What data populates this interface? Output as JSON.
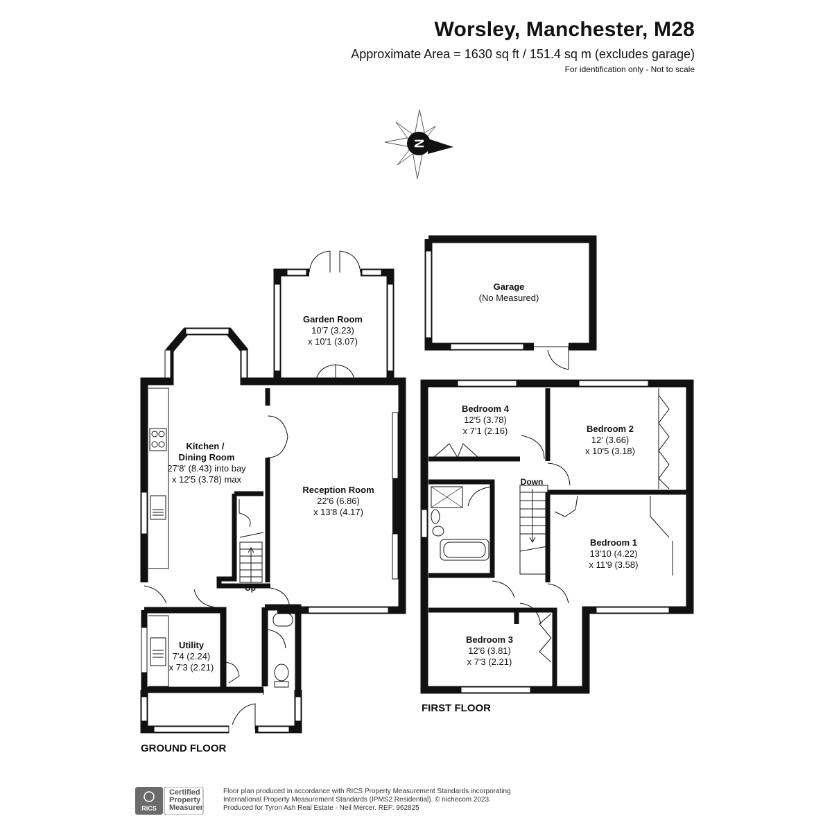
{
  "header": {
    "title": "Worsley, Manchester, M28",
    "area": "Approximate Area = 1630 sq ft / 151.4 sq m (excludes garage)",
    "note": "For identification only - Not to scale"
  },
  "compass": {
    "letter": "N"
  },
  "rooms": {
    "garden_room": {
      "name": "Garden Room",
      "dim1": "10'7 (3.23)",
      "dim2": "x 10'1 (3.07)"
    },
    "garage": {
      "name": "Garage",
      "dim1": "(No Measured)"
    },
    "kitchen": {
      "name1": "Kitchen /",
      "name2": "Dining Room",
      "dim1": "27'8' (8.43) into bay",
      "dim2": "x 12'5 (3.78) max"
    },
    "reception": {
      "name": "Reception Room",
      "dim1": "22'6 (6.86)",
      "dim2": "x 13'8 (4.17)"
    },
    "utility": {
      "name": "Utility",
      "dim1": "7'4 (2.24)",
      "dim2": "x 7'3 (2.21)"
    },
    "bedroom4": {
      "name": "Bedroom 4",
      "dim1": "12'5 (3.78)",
      "dim2": "x 7'1 (2.16)"
    },
    "bedroom2": {
      "name": "Bedroom 2",
      "dim1": "12' (3.66)",
      "dim2": "x 10'5 (3.18)"
    },
    "bedroom1": {
      "name": "Bedroom 1",
      "dim1": "13'10 (4.22)",
      "dim2": "x 11'9 (3.58)"
    },
    "bedroom3": {
      "name": "Bedroom 3",
      "dim1": "12'6 (3.81)",
      "dim2": "x 7'3 (2.21)"
    }
  },
  "stairs": {
    "up": "Up",
    "down": "Down"
  },
  "floors": {
    "ground": "GROUND FLOOR",
    "first": "FIRST FLOOR"
  },
  "footer": {
    "rics_logo": "RICS",
    "cert_line1": "Certified",
    "cert_line2": "Property",
    "cert_line3": "Measurer",
    "line1": "Floor plan produced in accordance with RICS Property Measurement Standards incorporating",
    "line2": "International Property Measurement Standards (IPMS2 Residential).  © nichecom 2023.",
    "line3": "Produced for Tyron Ash Real Estate - Neil Mercer.  REF:  962825"
  }
}
